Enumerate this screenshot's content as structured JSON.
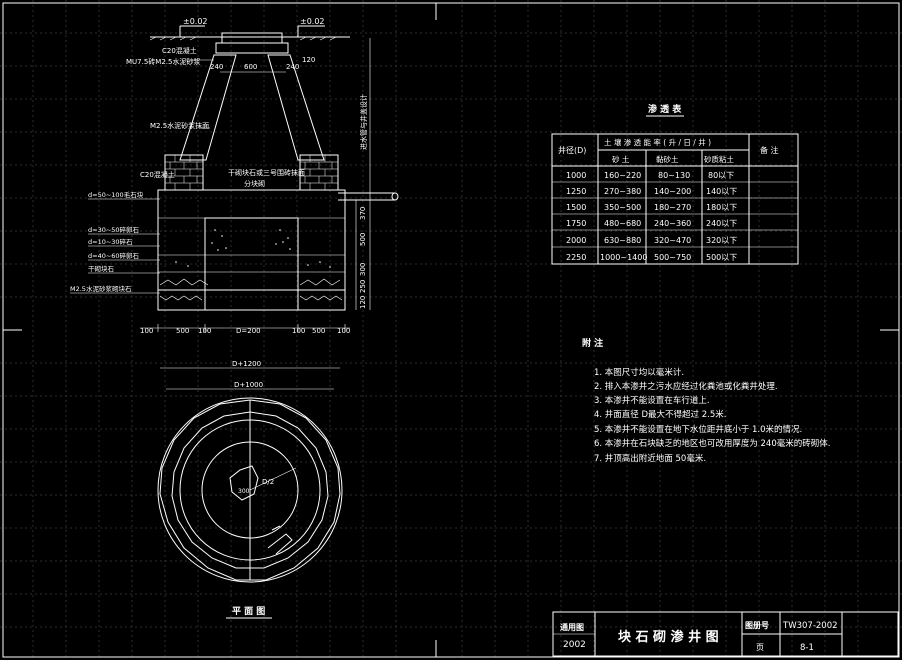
{
  "section": {
    "level_left": "±0.02",
    "level_right": "±0.02",
    "top_slab_label": "C20混凝土",
    "wall_label": "MU7.5砖M2.5水泥砂浆",
    "dim_top": "600",
    "dim_wall_left": "240",
    "dim_wall_right": "240",
    "dim_right_top": "120",
    "mortar_label": "M2.5水泥砂浆抹面",
    "collar_label": "C20混凝土",
    "fill_labels": [
      "d=50~100毛石块",
      "d=30~50碎卵石",
      "d=10~30碎石",
      "d=40~60碎卵石",
      "干砌块石",
      "M2.5水泥砂浆砌块石"
    ],
    "center_note": "干砌块石或三号围砖抹面",
    "center_note2": "分块砌",
    "pipe_note": "进水管与井盖设计",
    "right_dims": [
      "370",
      "500",
      "300",
      "250",
      "120"
    ],
    "bottom_dims": [
      "100",
      "500",
      "100",
      "D=200",
      "100",
      "500",
      "100"
    ]
  },
  "plan": {
    "dim_outer": "D+1200",
    "dim_inner": "D+1000",
    "dim_radius": "D/2",
    "dim_small": "300",
    "title": "平 面 图"
  },
  "table": {
    "title": "渗 透 表",
    "col_diameter": "井径(D)",
    "col_group": "土 壤 渗 透 能 率 ( 升 / 日 / 井 )",
    "col_remark": "备 注",
    "sub_cols": [
      "砂 土",
      "黏砂土",
      "砂质粘土"
    ],
    "rows": [
      [
        "1000",
        "160~220",
        "80~130",
        "80以下"
      ],
      [
        "1250",
        "270~380",
        "140~200",
        "140以下"
      ],
      [
        "1500",
        "350~500",
        "180~270",
        "180以下"
      ],
      [
        "1750",
        "480~680",
        "240~360",
        "240以下"
      ],
      [
        "2000",
        "630~880",
        "320~470",
        "320以下"
      ],
      [
        "2250",
        "1000~1400",
        "500~750",
        "500以下"
      ]
    ]
  },
  "notes": {
    "title": "附 注",
    "items": [
      "1. 本图尺寸均以毫米计.",
      "2. 排入本渗井之污水应经过化粪池或化粪井处理.",
      "3. 本渗井不能设置在车行道上.",
      "4. 井面直径 D最大不得超过 2.5米.",
      "5. 本渗井不能设置在地下水位距井底小于 1.0米的情况.",
      "6. 本渗井在石块缺乏的地区也可改用厚度为 240毫米的砖砌体.",
      "7. 井顶高出附近地面 50毫米."
    ]
  },
  "titleblock": {
    "atlas_label": "通用图",
    "year": "2002",
    "drawing_title": "块 石 砌 渗 井 图",
    "sheet_no_label": "图册号",
    "sheet_no": "TW307-2002",
    "page_label": "页",
    "page": "8-1"
  }
}
